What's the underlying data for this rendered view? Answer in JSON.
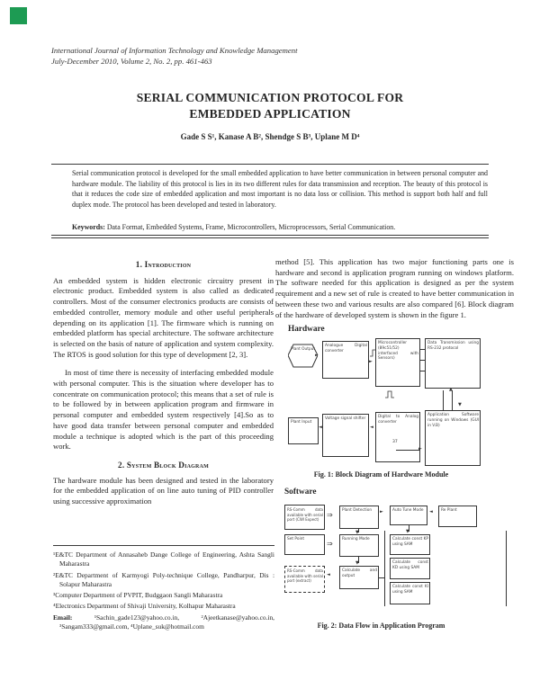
{
  "logo": {
    "color": "#1d9b53"
  },
  "header": {
    "line1": "International Journal of Information Technology and Knowledge Management",
    "line2": "July-December 2010, Volume 2, No. 2, pp. 461-463"
  },
  "title": {
    "line1": "SERIAL COMMUNICATION PROTOCOL FOR",
    "line2": "EMBEDDED APPLICATION"
  },
  "authors": "Gade S S¹, Kanase A B², Shendge S B³, Uplane M D⁴",
  "abstract": {
    "text": "Serial communication protocol is developed for the small embedded application to have better communication in between personal computer and hardware module. The liability of this protocol is lies in its two different rules for data transmission and reception. The beauty of this protocol is that it reduces the code size of embedded application and most important is no data loss or collision. This method is support both half and full duplex mode. The protocol has been developed and tested in laboratory.",
    "keywords_label": "Keywords:",
    "keywords": "Data Format, Embedded Systems, Frame, Microcontrollers, Microprocessors, Serial Communication."
  },
  "left_column": {
    "section1_heading": "1. Introduction",
    "para1": "An embedded system is hidden electronic circuitry present in electronic product. Embedded system is also called as dedicated controllers. Most of the consumer electronics products are consists of embedded controller, memory module and other useful peripherals depending on its application [1]. The firmware which is running on embedded platform has special architecture. The software architecture is selected on the basis of nature of application and system complexity. The RTOS is good solution for this type of development [2, 3].",
    "para2": "In most of time there is necessity of interfacing embedded module with personal computer. This is the situation where developer has to concentrate on communication protocol; this means that a set of rule is to be followed by in between application program and firmware in personal computer and embedded system respectively [4].So as to have good data transfer between personal computer and embedded module a technique is adopted which is the part of this proceeding work.",
    "section2_heading": "2. System Block Diagram",
    "para3": "The hardware module has been designed and tested in the laboratory for the embedded application of on line auto tuning of PID controller using successive approximation"
  },
  "right_column": {
    "para1": "method [5]. This application has two major functioning parts one is hardware and second is application program running on windows platform. The software needed for this application is designed as per the system requirement and a new set of rule is created to have better communication in between these two and various results are also compared [6]. Block diagram of the hardware of developed system is shown in the figure 1.",
    "hardware_label": "Hardware",
    "software_label": "Software"
  },
  "fig1": {
    "caption": "Fig. 1: Block Diagram of Hardware Module",
    "label_37": "37",
    "nodes": {
      "plant_output": "Plant Output",
      "adc": "Analogue Digital converter",
      "micro": "Microcontroller (89c51/52) interfaced with Sensors)",
      "data_tx": "Data Transmission using RS-232 protocol",
      "plant_input": "Plant Input",
      "shifter": "Voltage signal shifter",
      "dac": "Digital to Analog converter",
      "app_sw": "Application Software running on Windows (GUI in V.B)"
    }
  },
  "fig2": {
    "caption": "Fig. 2: Data Flow in Application Program",
    "nodes": {
      "receive_top": "RS-Comm data available with serial port (CWI Expect)",
      "plant_detection": "Plant Detection",
      "auto_tune": "Auto Tune Mode",
      "re_plant": "Re Plant",
      "set_point": "Set Point",
      "running_mode": "Running Mode",
      "kp": "Calculate const KP using SAM",
      "kd": "Calculate const KD using SAM",
      "ki": "Calculate const KI using SAM",
      "receive_bottom": "RS-Comm data available with serial port (extract)",
      "calc_output": "Calculate and output"
    }
  },
  "footnotes": {
    "items": [
      "¹E&TC Department of Annasaheb Dange College of Engineering, Ashta Sangli Maharastra",
      "²E&TC Department of Karmyogi Poly-technique College, Pandharpur, Dis : Solapur Maharastra",
      "³Computer Department of PVPIT, Budggaon Sangli Maharastra",
      "⁴Electronics Department of Shivaji University, Kolhapur Maharastra"
    ],
    "email_label": "Email:",
    "email_text": "¹Sachin_gade123@yahoo.co.in, ²Ajeetkanase@yahoo.co.in, ³Sangam333@gmail.com, ⁴Uplane_suk@hotmail.com"
  }
}
